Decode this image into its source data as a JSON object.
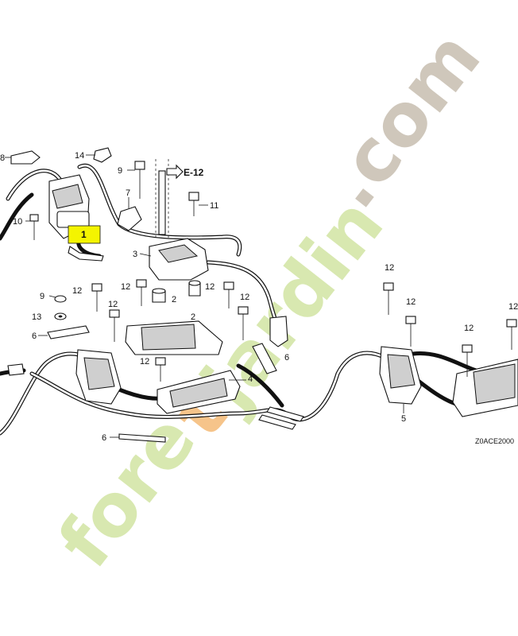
{
  "diagram": {
    "code": "Z0ACE2000",
    "ref_label": "E-12",
    "watermark": {
      "text_a": "fore",
      "text_b": "t",
      "text_c": "jardin",
      "text_d": ".com",
      "color_green": "#d8e8b0",
      "color_orange": "#f6c48a",
      "color_gray": "#cfc7bb"
    },
    "highlight_color": "#f4f400",
    "callouts": {
      "c1": "1",
      "c2a": "2",
      "c2b": "2",
      "c3": "3",
      "c4": "4",
      "c5": "5",
      "c6a": "6",
      "c6b": "6",
      "c6c": "6",
      "c7": "7",
      "c8": "8",
      "c9a": "9",
      "c9b": "9",
      "c10": "10",
      "c11": "11",
      "c12a": "12",
      "c12b": "12",
      "c12c": "12",
      "c12d": "12",
      "c12e": "12",
      "c12f": "12",
      "c12g": "12",
      "c12h": "12",
      "c12i": "12",
      "c12j": "12",
      "c13": "13",
      "c14": "14"
    }
  }
}
